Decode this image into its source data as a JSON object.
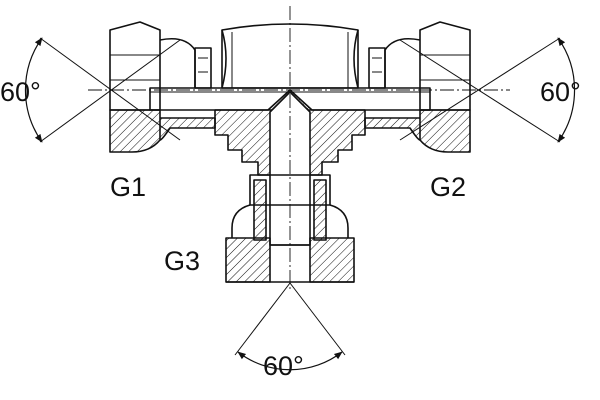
{
  "labels": {
    "port_left": "G1",
    "port_right": "G2",
    "port_bottom": "G3"
  },
  "angles": {
    "left": "60°",
    "right": "60°",
    "bottom": "60°"
  },
  "colors": {
    "line": "#111111",
    "background": "#ffffff"
  }
}
